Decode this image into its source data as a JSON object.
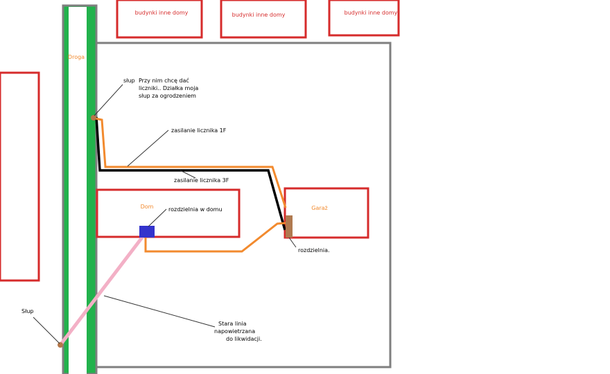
{
  "colors": {
    "building_outline": "#d62b2b",
    "road_fill": "#22b24c",
    "plot_outline": "#7f7f7f",
    "orange_line": "#f28a2e",
    "black_line": "#000000",
    "pink_line": "#f3b0c6",
    "house_panel": "#3333cc",
    "garage_panel": "#b07a50",
    "pole": "#b5784a",
    "label_orange": "#f28a2e",
    "label_red": "#d62b2b",
    "label_black": "#000000"
  },
  "labels": {
    "neighbor_1": "budynki  inne domy",
    "neighbor_2": "budynki  inne domy",
    "neighbor_3": "budynki  inne domy",
    "road": "Droga",
    "house": "Dom",
    "garage": "Garaż",
    "pole_top": "słup",
    "pole_top_note_1": "Przy nim chcę dać",
    "pole_top_note_2": "liczniki..  Działka moja",
    "pole_top_note_3": "słup za ogrodzeniem",
    "supply_1f": "zasilanie licznika 1F",
    "supply_3f": "zasilanie licznika 3F",
    "house_panel": "rozdzielnia w domu",
    "garage_panel": "rozdzielnia.",
    "pole_bottom": "Słup",
    "old_line_1": "Stara linia",
    "old_line_2": "napowietrzana",
    "old_line_3": "do likwidacji."
  }
}
